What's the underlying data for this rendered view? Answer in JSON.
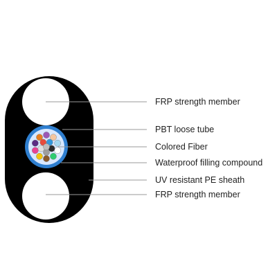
{
  "labels": {
    "frp_top": "FRP strength member",
    "pbt_tube": "PBT loose tube",
    "colored_fiber": "Colored Fiber",
    "filling_compound": "Waterproof filling compound",
    "pe_sheath": "UV resistant PE sheath",
    "frp_bottom": "FRP strength member"
  },
  "colors": {
    "sheath": "#000000",
    "strength_member": "#ffffff",
    "loose_tube": "#2f7fd0",
    "filling": "#d9e8ff",
    "leader_line": "#9a9a9a"
  },
  "fiber_colors": [
    "#9b59b6",
    "#f5c6a0",
    "#a5d8f0",
    "#ffffff",
    "#2ecc71",
    "#8b5a2b",
    "#f1c40f",
    "#e84393",
    "#5b2c83",
    "#e67e22",
    "#3498db",
    "#2c2c2c",
    "#9e9e9e",
    "#e0e0e0",
    "#e74c3c",
    "#bdbdbd"
  ]
}
